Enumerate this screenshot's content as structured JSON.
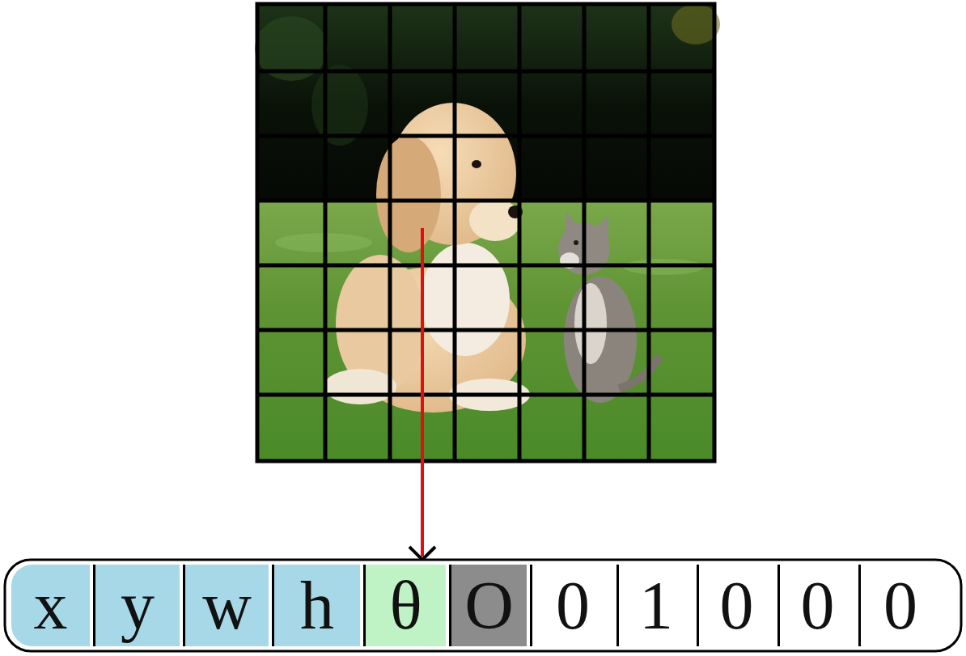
{
  "diagram": {
    "nodes": [
      {
        "text": [
          "x"
        ]
      },
      {
        "text": [
          "y"
        ]
      },
      {
        "text": [
          "w"
        ]
      },
      {
        "text": [
          "h"
        ]
      },
      {
        "text": [
          "θ"
        ]
      },
      {
        "text": [
          "O"
        ]
      },
      {
        "text": [
          "0"
        ]
      },
      {
        "text": [
          "1"
        ]
      },
      {
        "text": [
          "0"
        ]
      },
      {
        "text": [
          "0"
        ]
      },
      {
        "text": [
          "0"
        ]
      }
    ]
  }
}
